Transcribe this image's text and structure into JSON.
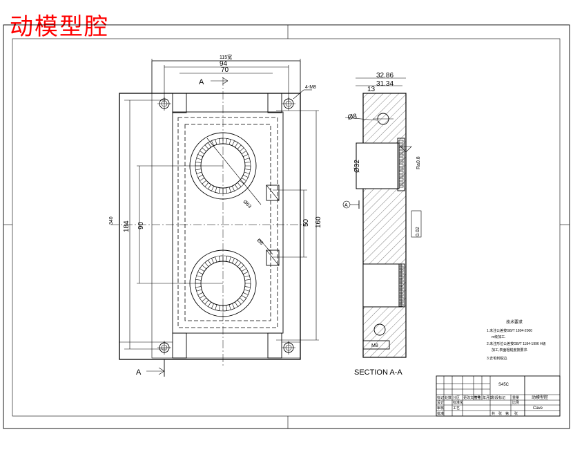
{
  "page_title": "动模型腔",
  "plan_view": {
    "width_note": "115宽",
    "height_note": "340",
    "dim_94": "94",
    "dim_70": "70",
    "dim_184": "184",
    "dim_90": "90",
    "dim_50": "50",
    "dim_160": "160",
    "hole_callout": "4-M8",
    "dim_phi_gear": "Ø63",
    "dim_phi_8": "Ø8",
    "section_mark_top": "A",
    "section_mark_bottom": "A"
  },
  "section_view": {
    "dim_3286": "32.86",
    "dim_3134": "31.34",
    "dim_13": "13",
    "dim_phi8": "Ø8",
    "dim_phi32": "Ø32",
    "datum": "A",
    "roughness": "Ra0.8",
    "flatness": "0.02",
    "thread": "M8",
    "caption": "SECTION A-A"
  },
  "notes": {
    "title": "技术要求",
    "line1": "1.未注公差按GB/T 1804-2000",
    "line1b": "m级加工.",
    "line2": "2.未注形位公差按GB/T 1184-1996 H级",
    "line2b": "加工,表面粗糙度按要求.",
    "line3": "3.去毛刺锐边."
  },
  "title_block": {
    "material": "S45C",
    "part_name": "动模型腔",
    "drawing_name": "Cave",
    "cells": [
      "标记",
      "处数",
      "分区",
      "更改文件号",
      "签名",
      "年月日",
      "设计",
      "标准化",
      "阶段标记",
      "重量",
      "比例",
      "审核",
      "工艺",
      "批准",
      "共",
      "张",
      "第",
      "张"
    ]
  }
}
